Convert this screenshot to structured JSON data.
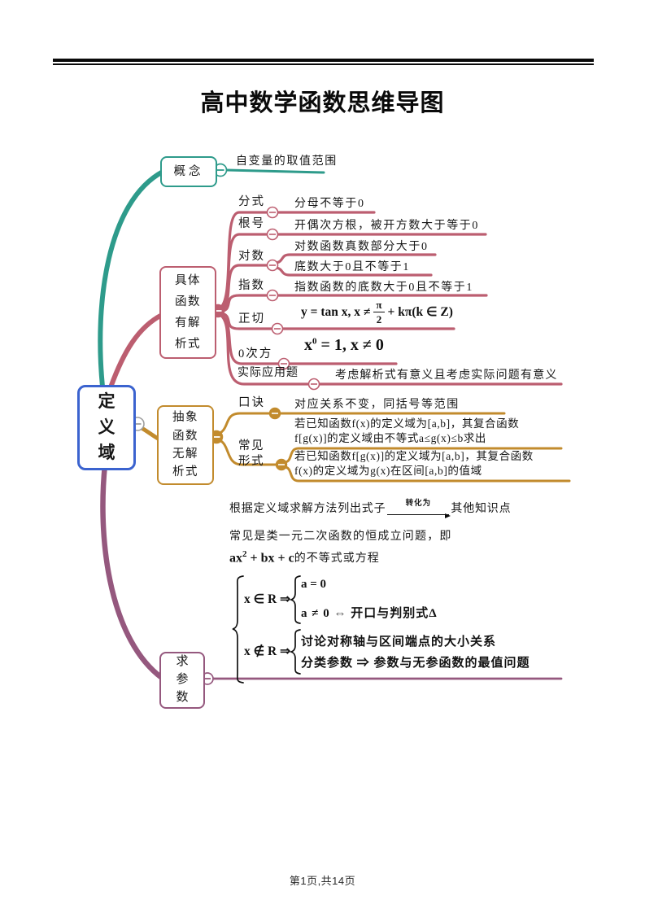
{
  "colors": {
    "teal": "#2E9B8B",
    "rose": "#BC5E70",
    "gold": "#C28B2D",
    "plum": "#95587E",
    "blue": "#3B63CF"
  },
  "page": {
    "title": "高中数学函数思维导图",
    "footer": "第1页,共14页"
  },
  "root": {
    "label": "定义域"
  },
  "concept": {
    "label": "概念",
    "leaf": "自变量的取值范围"
  },
  "concrete": {
    "label": "具体函数有解析式",
    "fenshi": {
      "label": "分式",
      "leaf": "分母不等于0"
    },
    "genhao": {
      "label": "根号",
      "leaf": "开偶次方根，被开方数大于等于0"
    },
    "duishu": {
      "label": "对数",
      "leaf_top": "对数函数真数部分大于0",
      "leaf_bottom": "底数大于0且不等于1"
    },
    "zhishu": {
      "label": "指数",
      "leaf": "指数函数的底数大于0且不等于1"
    },
    "zhengqie": {
      "label": "正切",
      "pre": "y = tan x, x ≠",
      "num": "π",
      "den": "2",
      "post": "+ kπ(k ∈ Z)"
    },
    "cifang": {
      "label": "0次方",
      "base": "x",
      "sup": "0",
      "rest": "= 1, x ≠ 0"
    },
    "shiji": {
      "label": "实际应用题",
      "leaf": "考虑解析式有意义且考虑实际问题有意义"
    }
  },
  "abstract": {
    "label": "抽象函数无解析式",
    "koujue": {
      "label": "口诀",
      "leaf": "对应关系不变，同括号等范围"
    },
    "changjian": {
      "label": "常见形式",
      "leaf1": [
        "若已知函数f(x)的定义域为[a,b]，其复合函数",
        "f[g(x)]的定义域由不等式a≤g(x)≤b求出"
      ],
      "leaf2": [
        "若已知函数f[g(x)]的定义域为[a,b]，其复合函数",
        "f(x)的定义域为g(x)在区间[a,b]的值域"
      ]
    }
  },
  "param": {
    "label": "求参数",
    "line1_pre": "根据定义域求解方法列出式子",
    "arrow_label": "转化为",
    "line1_post": "其他知识点",
    "line2": "常见是类一元二次函数的恒成立问题，即",
    "line3_pre": "ax",
    "line3_sup": "2",
    "line3_mid": " + bx + c",
    "line3_cn": "的不等式或方程",
    "case1": {
      "cond": "x ∈ R ⇒",
      "item1": "a = 0",
      "item2": "a ≠ 0 ⇔ 开口与判别式Δ"
    },
    "case2": {
      "cond": "x ∉ R ⇒",
      "item1": "讨论对称轴与区间端点的大小关系",
      "item2": "分类参数 ⇒ 参数与无参函数的最值问题"
    }
  }
}
